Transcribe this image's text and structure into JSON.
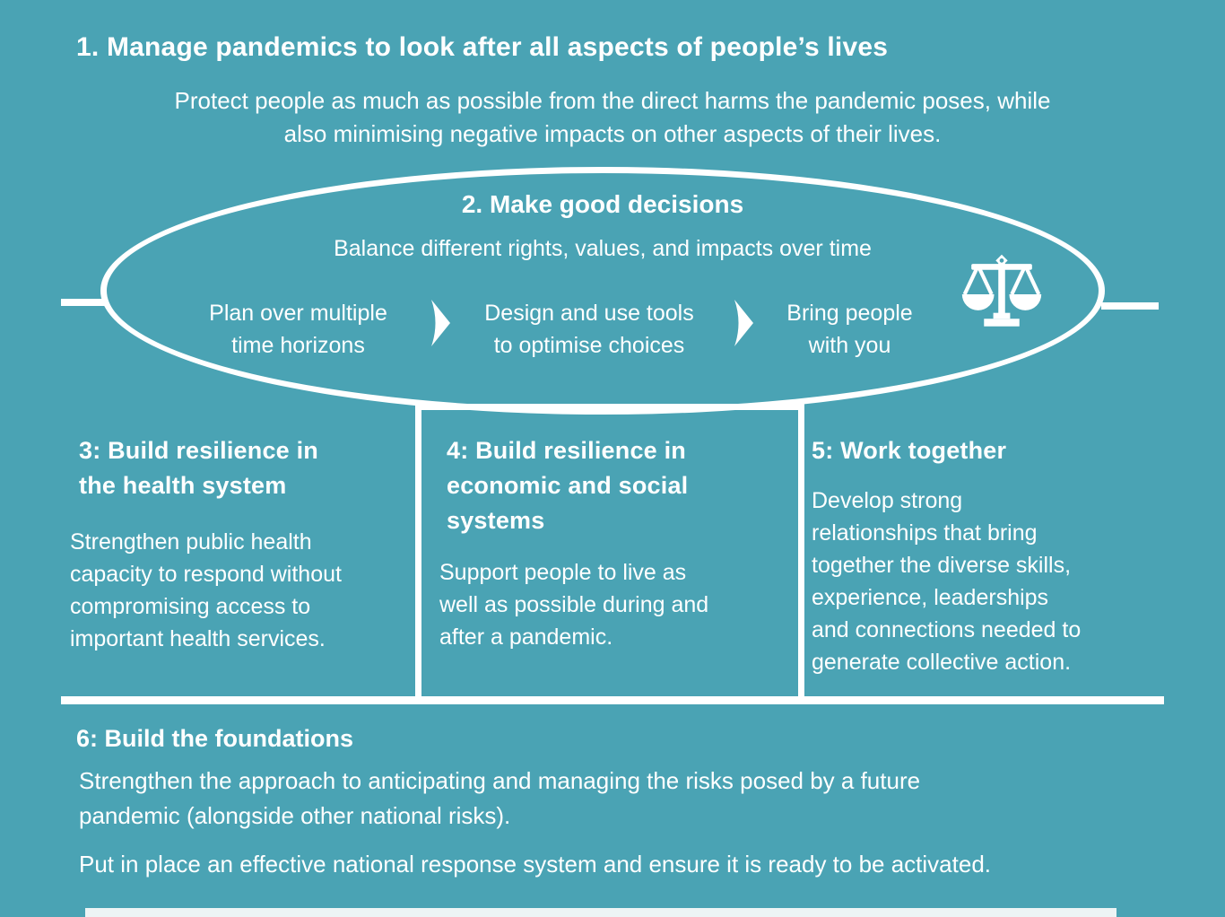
{
  "colors": {
    "background": "#4AA3B4",
    "line": "#FFFFFF",
    "text": "#FFFFFF",
    "bottom_strip": "#EDF4F5"
  },
  "section1": {
    "title": "1. Manage pandemics to look after all aspects of people’s lives",
    "subtitle": "Protect people as much as possible from the direct harms the pandemic poses, while\nalso minimising negative impacts on other aspects of their lives."
  },
  "ellipse": {
    "title": "2. Make good decisions",
    "subtitle": "Balance different rights, values, and impacts over time",
    "steps": [
      "Plan over multiple\ntime horizons",
      "Design and use tools\nto optimise choices",
      "Bring people\nwith you"
    ],
    "icons": {
      "scales": "scales-of-justice-icon",
      "arrow": "arrow-right-icon"
    }
  },
  "columns": [
    {
      "title": "3: Build resilience in\nthe health system",
      "body": "Strengthen public health\ncapacity to respond without\ncompromising access to\nimportant health services."
    },
    {
      "title": "4: Build resilience in\neconomic and social\nsystems",
      "body": "Support people to live as\nwell as possible during and\nafter a pandemic."
    },
    {
      "title": "5: Work together",
      "body": "Develop strong\nrelationships that bring\ntogether the diverse skills,\nexperience, leaderships\nand connections needed to\ngenerate collective action."
    }
  ],
  "section6": {
    "title": "6: Build the foundations",
    "paragraphs": [
      "Strengthen the approach to anticipating and managing the risks posed by a future\npandemic (alongside other national risks).",
      "Put in place an effective national response system and ensure it is ready to be activated."
    ]
  }
}
